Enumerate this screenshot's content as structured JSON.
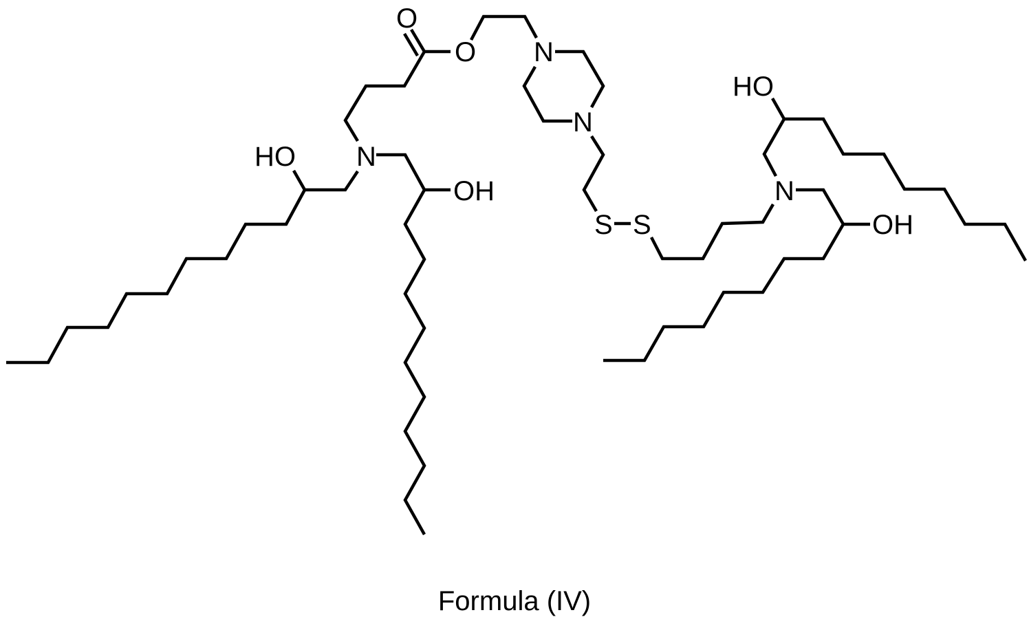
{
  "figure": {
    "caption": "Formula (IV)",
    "line_color": "#000000",
    "background": "#ffffff"
  },
  "atoms": {
    "carbonyl_o": "O",
    "ester_o": "O",
    "piperazine_n1": "N",
    "piperazine_n2": "N",
    "left_amine_n": "N",
    "left_ho": "HO",
    "left_oh": "OH",
    "sulfur_1": "S",
    "sulfur_2": "S",
    "right_amine_n": "N",
    "right_ho": "HO",
    "right_oh": "OH"
  }
}
